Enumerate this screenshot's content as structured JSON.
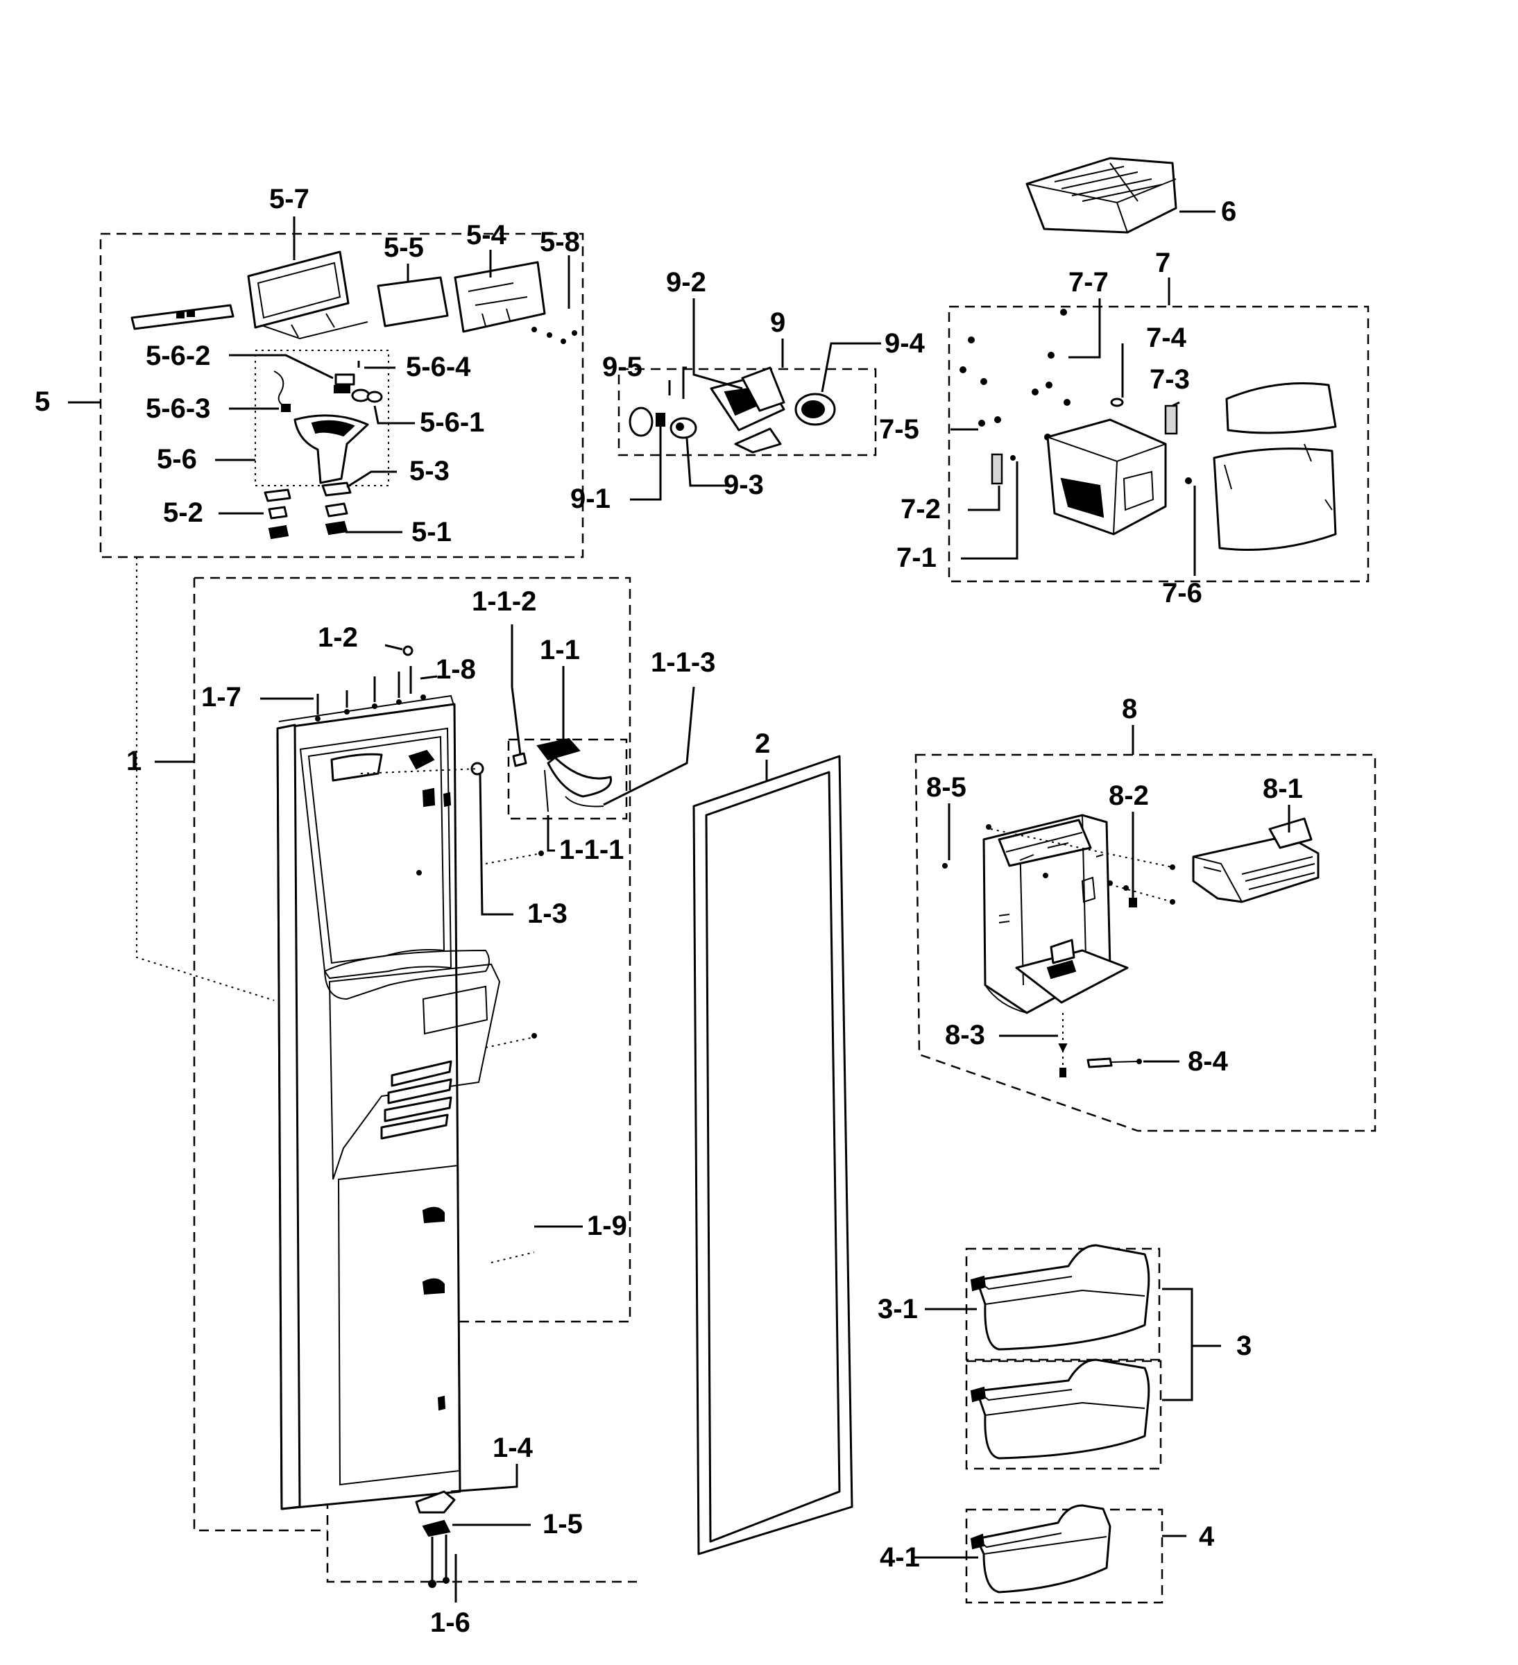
{
  "labels": {
    "l_5_7": "5-7",
    "l_5_5": "5-5",
    "l_5_4": "5-4",
    "l_5_8": "5-8",
    "l_5_6_2": "5-6-2",
    "l_5_6_4": "5-6-4",
    "l_5": "5",
    "l_5_6_3": "5-6-3",
    "l_5_6_1": "5-6-1",
    "l_5_6": "5-6",
    "l_5_3": "5-3",
    "l_5_2": "5-2",
    "l_5_1": "5-1",
    "l_9_2": "9-2",
    "l_9": "9",
    "l_9_4": "9-4",
    "l_9_5": "9-5",
    "l_9_1": "9-1",
    "l_9_3": "9-3",
    "l_6": "6",
    "l_7": "7",
    "l_7_7": "7-7",
    "l_7_4": "7-4",
    "l_7_3": "7-3",
    "l_7_5": "7-5",
    "l_7_2": "7-2",
    "l_7_1": "7-1",
    "l_7_6": "7-6",
    "l_1_1_2": "1-1-2",
    "l_1_1": "1-1",
    "l_1_2": "1-2",
    "l_1_8": "1-8",
    "l_1_1_3": "1-1-3",
    "l_1_7": "1-7",
    "l_1": "1",
    "l_1_1_1": "1-1-1",
    "l_1_3": "1-3",
    "l_1_9": "1-9",
    "l_1_4": "1-4",
    "l_1_5": "1-5",
    "l_1_6": "1-6",
    "l_2": "2",
    "l_8": "8",
    "l_8_5": "8-5",
    "l_8_2": "8-2",
    "l_8_1": "8-1",
    "l_8_3": "8-3",
    "l_8_4": "8-4",
    "l_3_1": "3-1",
    "l_3": "3",
    "l_4": "4",
    "l_4_1": "4-1"
  }
}
